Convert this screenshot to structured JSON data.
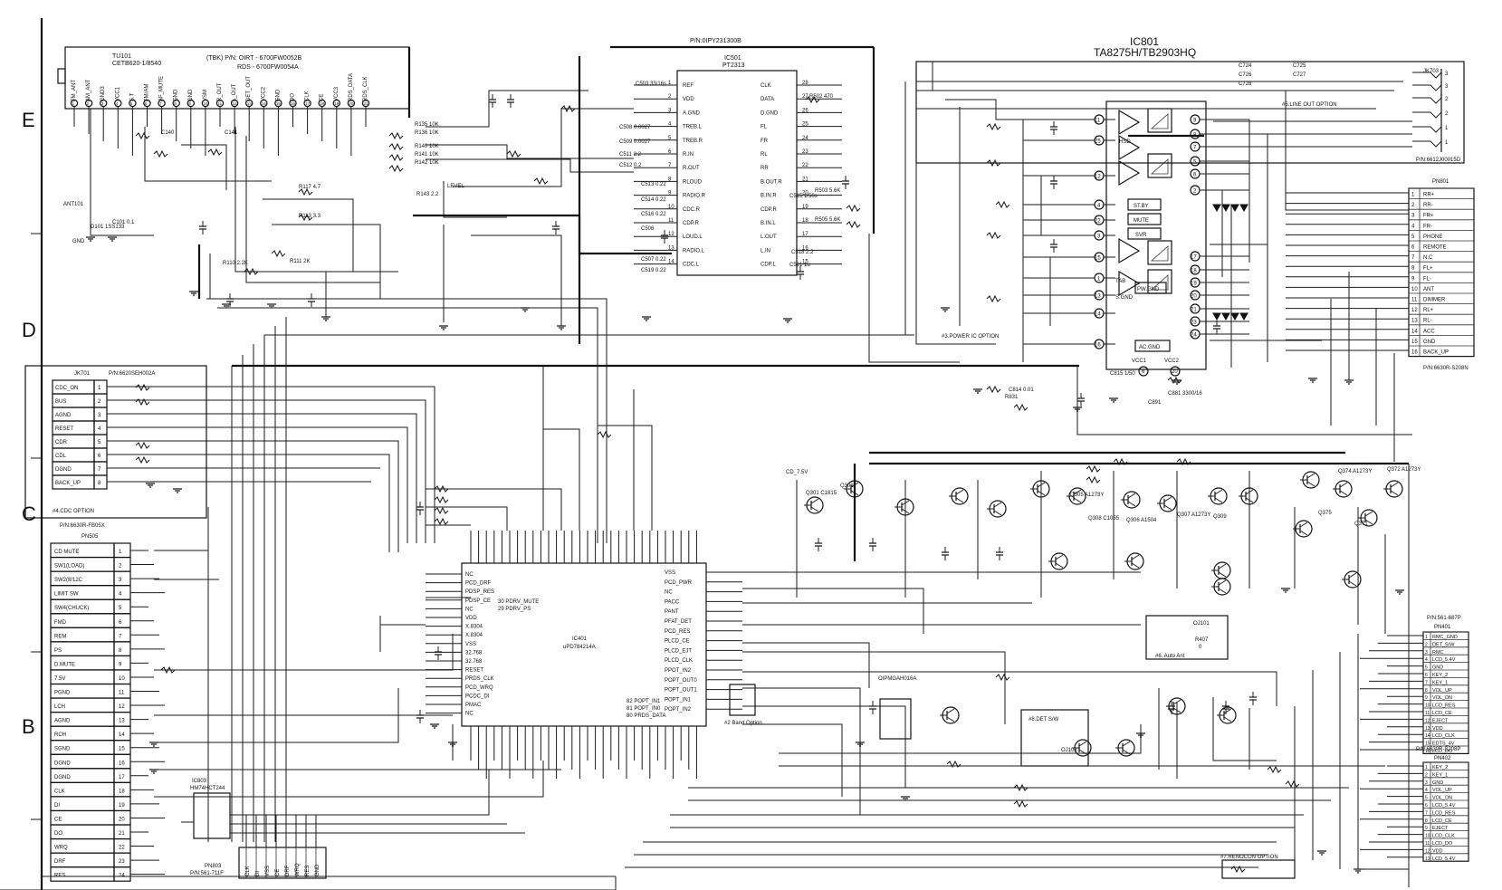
{
  "margin_letters": [
    "E",
    "D",
    "C",
    "B"
  ],
  "tuner": {
    "ref": "TU101",
    "model": "CETB620-1/8540",
    "pn1": "(TBK)  P/N: OIRT - 6700FW0052B",
    "pn2": "RDS - 6700FW0054A",
    "pins": [
      "FM_ANT",
      "AM_ANT",
      "GND3",
      "VCC1",
      "S.T",
      "FM/AM",
      "AF_MUTE",
      "GND",
      "GND",
      "VSM",
      "R_OUT",
      "L_OUT",
      "DET_OUT",
      "VCC2",
      "GND",
      "DO",
      "CLK",
      "CE",
      "VCC3",
      "RDS_DATA",
      "RDS_CLK"
    ],
    "ant": "ANT101",
    "gnd": "GND",
    "level": "LEVEL"
  },
  "pt2313": {
    "pn": "P/N:0IPY231300B",
    "ref": "IC501",
    "name": "PT2313",
    "left_pins": [
      {
        "n": "1",
        "l": "REF"
      },
      {
        "n": "2",
        "l": "VDD"
      },
      {
        "n": "3",
        "l": "A.GND"
      },
      {
        "n": "4",
        "l": "TREB.L"
      },
      {
        "n": "5",
        "l": "TREB.R"
      },
      {
        "n": "6",
        "l": "R.IN"
      },
      {
        "n": "7",
        "l": "R.OUT"
      },
      {
        "n": "8",
        "l": "RLOUD"
      },
      {
        "n": "9",
        "l": "RADIO.R"
      },
      {
        "n": "10",
        "l": "CDC.R"
      },
      {
        "n": "11",
        "l": "CDP.R"
      },
      {
        "n": "12",
        "l": "LOUD.L"
      },
      {
        "n": "13",
        "l": "RADIO.L"
      },
      {
        "n": "14",
        "l": "CDC.L"
      }
    ],
    "right_pins": [
      {
        "n": "28",
        "l": "CLK"
      },
      {
        "n": "27",
        "l": "DATA"
      },
      {
        "n": "26",
        "l": "D.GND"
      },
      {
        "n": "25",
        "l": "FL"
      },
      {
        "n": "24",
        "l": "FR"
      },
      {
        "n": "23",
        "l": "RL"
      },
      {
        "n": "22",
        "l": "RR"
      },
      {
        "n": "21",
        "l": "B.OUT.R"
      },
      {
        "n": "20",
        "l": "B.IN.R"
      },
      {
        "n": "19",
        "l": "CDP.R"
      },
      {
        "n": "18",
        "l": "B.IN.L"
      },
      {
        "n": "17",
        "l": "L.OUT"
      },
      {
        "n": "16",
        "l": "L.IN"
      },
      {
        "n": "15",
        "l": "CDP.L"
      }
    ]
  },
  "ic801": {
    "ref": "IC801",
    "name": "TA8275H/TB2903HQ",
    "left_pins": [
      "11",
      "25",
      "12",
      "4",
      "22",
      "3",
      "15",
      "1",
      "13",
      "14",
      "16"
    ],
    "right_pins": [
      "9",
      "8",
      "7",
      "5",
      "6",
      "2",
      "17",
      "18",
      "19",
      "20",
      "21",
      "23",
      "24"
    ],
    "labels": {
      "hsd": "HSD",
      "tab": "TAB",
      "sgnd": "S.GND",
      "stby": "ST.BY",
      "mute": "MUTE",
      "svr": "SVR",
      "pwgnd": "PW.GND",
      "acgnd": "AC.GND",
      "vcc1": "VCC1",
      "vcc2": "VCC2"
    },
    "vcc_pins": [
      "6",
      "20"
    ]
  },
  "line_out": {
    "ref": "JK703",
    "caption": "#5.LINE OUT OPTION",
    "pn": "P/N:6612J00015D"
  },
  "power_option": "#3.POWER IC OPTION",
  "pn801": {
    "ref": "PN801",
    "pn": "P/N:6630R-S208N",
    "pins": [
      {
        "n": "1",
        "l": "RR+"
      },
      {
        "n": "2",
        "l": "RR-"
      },
      {
        "n": "3",
        "l": "FR+"
      },
      {
        "n": "4",
        "l": "FR-"
      },
      {
        "n": "5",
        "l": "PHONE"
      },
      {
        "n": "6",
        "l": "REMOTE"
      },
      {
        "n": "7",
        "l": "N.C"
      },
      {
        "n": "8",
        "l": "FL+"
      },
      {
        "n": "9",
        "l": "FL-"
      },
      {
        "n": "10",
        "l": "ANT"
      },
      {
        "n": "11",
        "l": "DIMMER"
      },
      {
        "n": "12",
        "l": "RL+"
      },
      {
        "n": "13",
        "l": "RL-"
      },
      {
        "n": "14",
        "l": "ACC"
      },
      {
        "n": "15",
        "l": "GND"
      },
      {
        "n": "16",
        "l": "BACK_UP"
      }
    ]
  },
  "jk701": {
    "ref": "JK701",
    "pn": "P/N:6620SEH002A",
    "caption": "#4.CDC OPTION",
    "pins": [
      {
        "n": "1",
        "l": "CDC_ON"
      },
      {
        "n": "2",
        "l": "BUS"
      },
      {
        "n": "3",
        "l": "AGND"
      },
      {
        "n": "4",
        "l": "RESET"
      },
      {
        "n": "5",
        "l": "CDR"
      },
      {
        "n": "6",
        "l": "CDL"
      },
      {
        "n": "7",
        "l": "DGND"
      },
      {
        "n": "8",
        "l": "BACK_UP"
      }
    ]
  },
  "pn505": {
    "ref": "PN505",
    "pn": "P/N:6630R-FB05X",
    "pins": [
      {
        "n": "1",
        "l": "CD MUTE"
      },
      {
        "n": "2",
        "l": "SW1(LOAD)"
      },
      {
        "n": "3",
        "l": "SW2(8/12C"
      },
      {
        "n": "4",
        "l": "LIMIT SW"
      },
      {
        "n": "5",
        "l": "SW4(CHUCK)"
      },
      {
        "n": "6",
        "l": "FMD"
      },
      {
        "n": "7",
        "l": "REM"
      },
      {
        "n": "8",
        "l": "PS"
      },
      {
        "n": "9",
        "l": "D.MUTE"
      },
      {
        "n": "10",
        "l": "7.5V"
      },
      {
        "n": "11",
        "l": "PGND"
      },
      {
        "n": "12",
        "l": "LCH"
      },
      {
        "n": "13",
        "l": "AGND"
      },
      {
        "n": "14",
        "l": "RCH"
      },
      {
        "n": "15",
        "l": "SGND"
      },
      {
        "n": "16",
        "l": "DGND"
      },
      {
        "n": "17",
        "l": "DGND"
      },
      {
        "n": "18",
        "l": "CLK"
      },
      {
        "n": "19",
        "l": "DI"
      },
      {
        "n": "20",
        "l": "CE"
      },
      {
        "n": "21",
        "l": "DO"
      },
      {
        "n": "22",
        "l": "WRQ"
      },
      {
        "n": "23",
        "l": "DRF"
      },
      {
        "n": "24",
        "l": "RES"
      }
    ]
  },
  "ic401": {
    "ref": "IC401",
    "name": "uPD784214A",
    "left_pins": [
      "NC",
      "PCD_DRF",
      "PDSP_RES",
      "PDSP_CE",
      "NC",
      "VDD",
      "X.8304",
      "X.8304",
      "VSS",
      "32.768",
      "32.768",
      "RESET",
      "PRDS_CLK",
      "PCD_WRQ",
      "PCDC_DI",
      "PMAC",
      "NC"
    ],
    "right_pins": [
      "VSS",
      "PCD_PWR",
      "NC",
      "PACC",
      "PANT",
      "PFAT_DET",
      "PCD_RES",
      "PLCD_CE",
      "PLCD_EJT",
      "PLCD_CLK",
      "PPOT_IN2",
      "POPT_OUT0",
      "POPT_OUT1",
      "POPT_IN1",
      "POPT_IN2"
    ],
    "notes": [
      "30 PDRV_MUTE",
      "29 PDRV_PS",
      "82 POPT_IN1",
      "81 POPT_IN0",
      "80 PRDS_DATA"
    ]
  },
  "ic803": {
    "ref": "IC803",
    "name": "HM74HCT244"
  },
  "pn803": {
    "ref": "PN803",
    "pn": "P/N:561-711F",
    "pins": [
      "CLK",
      "DI",
      "VSS",
      "CE",
      "DRF",
      "WRQ",
      "RES",
      "GND"
    ]
  },
  "band_option": "#2 Band Option",
  "oj101": {
    "ref": "OJ101",
    "res": "R407",
    "val": "0",
    "caption": "#6. Auto Ant"
  },
  "det_sw": {
    "caption": "#8.DET S/W",
    "ref": "OJ103"
  },
  "ic_oip": {
    "name": "OIPMGAH016A"
  },
  "rencon": "#7.RENOCON OPTION",
  "pn401": {
    "ref": "PN401",
    "pn": "P/N:561-687P",
    "pins": [
      "RMC_GND",
      "DET_S/W",
      "RMC",
      "LCD_5.4V",
      "GND",
      "KEY_2",
      "KEY_1",
      "VOL_UP",
      "VOL_DN",
      "LCD_RES",
      "LCD_CE",
      "EJECT",
      "VDD",
      "LCD_CLK",
      "EDTS_4V",
      "LCD_DO"
    ]
  },
  "pn402": {
    "ref": "PN402",
    "pn": "P/N:6630R-S208P",
    "pins": [
      "KEY_2",
      "KEY_1",
      "GND",
      "VOL_UP",
      "VOL_DN",
      "LCD_5.4V",
      "LCD_RES",
      "LCD_CE",
      "EJECT",
      "LCD_CLK",
      "LCD_DO",
      "VDD",
      "LCD_5.4V"
    ]
  },
  "cd_supply": "CD_7.5V",
  "parts": {
    "tuner_area": [
      "R135 10K",
      "R136 10K",
      "R140 10K",
      "R141 10K",
      "R142 10K",
      "R143 2.2",
      "R117 4.7",
      "R113 3.3",
      "R110 2.2K",
      "R111 2K",
      "C140",
      "C141",
      "D101 1SS133",
      "C101 0.1"
    ],
    "pt_area": [
      "C503 33/16s",
      "C508 0.0027",
      "C509 0.0027",
      "C511 2.2",
      "C512 0.2",
      "C513 0.22",
      "C514 0.22",
      "C516 0.22",
      "C506",
      "C507 0.22",
      "C519 0.22",
      "R502 470",
      "R503 5.6K",
      "R505 5.6K",
      "C515 1/50s",
      "C518 2.2",
      "C521 1u"
    ],
    "cluster": [
      "R831",
      "C814 0.01",
      "C815 1/50",
      "C891",
      "C881 3300/16"
    ],
    "transistors": [
      "Q301 C1815",
      "Q302",
      "Q305 A1273Y",
      "Q306 A1504",
      "Q307 A1273Y",
      "Q308 C1055",
      "Q309",
      "Q374 A1273Y",
      "Q375",
      "Q372 A1273Y",
      "Q371"
    ]
  }
}
